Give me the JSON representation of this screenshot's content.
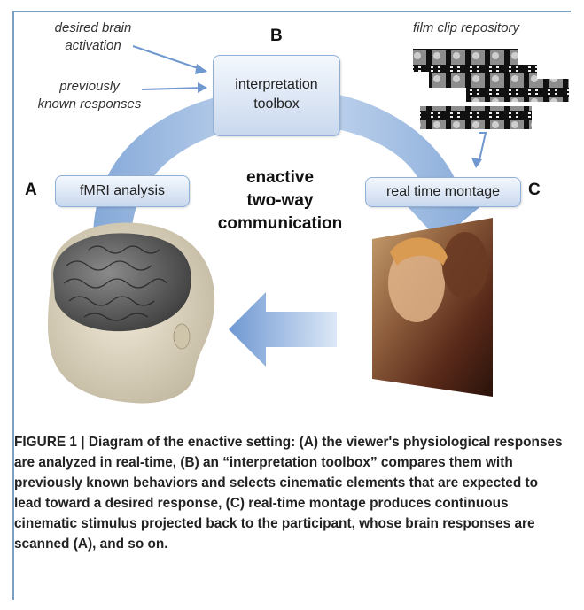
{
  "diagram": {
    "labels": {
      "desired": [
        "desired brain",
        "activation"
      ],
      "previous": [
        "previously",
        "known responses"
      ],
      "repo": "film clip repository",
      "letter_a": "A",
      "letter_b": "B",
      "letter_c": "C"
    },
    "boxes": {
      "toolbox": [
        "interpretation",
        "toolbox"
      ],
      "fmri": "fMRI analysis",
      "montage": "real time montage"
    },
    "center": [
      "enactive",
      "two-way",
      "communication"
    ]
  },
  "caption": "FIGURE 1 | Diagram of the enactive setting: (A) the viewer's physiological responses are analyzed in real-time, (B) an “interpretation toolbox” compares them with previously known behaviors and selects cinematic elements that are expected to lead toward a desired response, (C) real-time montage produces continuous cinematic stimulus projected back to the participant, whose brain responses are scanned (A), and so on.",
  "colors": {
    "arrow": "#8fb3e0",
    "box": "#dde8f5",
    "frame": "#7aa0c4"
  }
}
